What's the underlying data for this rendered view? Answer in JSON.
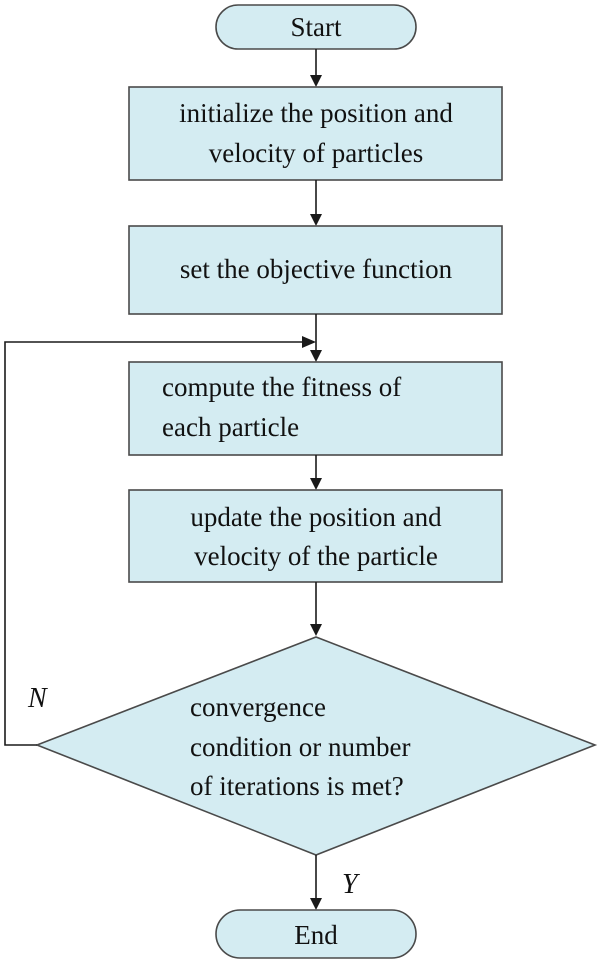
{
  "nodes": {
    "start": {
      "label": "Start"
    },
    "init": {
      "line1": "initialize the position and",
      "line2": "velocity of particles"
    },
    "objective": {
      "label": "set the objective function"
    },
    "fitness": {
      "line1": "compute the fitness of",
      "line2": "each particle"
    },
    "update": {
      "line1": "update the position and",
      "line2": "velocity of the particle"
    },
    "decision": {
      "line1": "convergence",
      "line2": "condition or number",
      "line3": "of iterations is met?"
    },
    "end": {
      "label": "End"
    }
  },
  "branches": {
    "no": "N",
    "yes": "Y"
  },
  "colors": {
    "node_fill": "#d4ecf2",
    "node_stroke": "#4a4a4a",
    "connector": "#1a1a1a"
  }
}
